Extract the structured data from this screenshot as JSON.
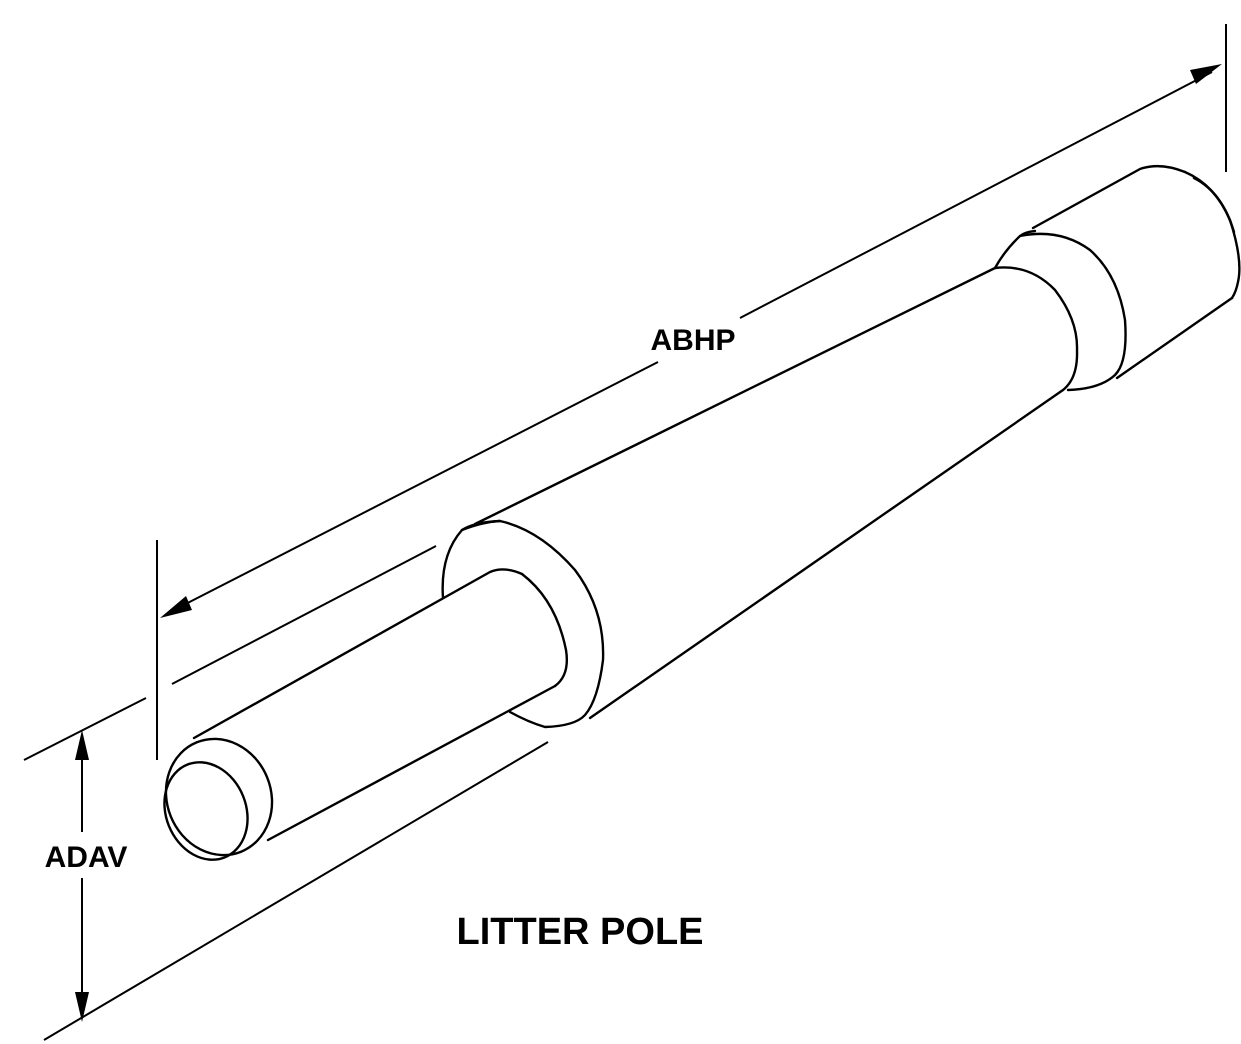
{
  "title": "LITTER POLE",
  "dimensions": {
    "length_label": "ABHP",
    "height_label": "ADAV"
  }
}
